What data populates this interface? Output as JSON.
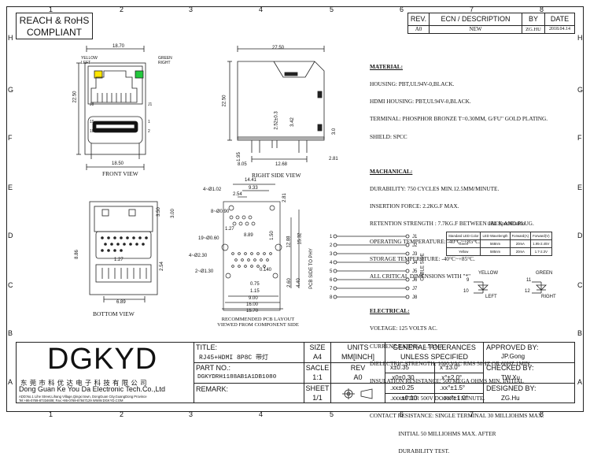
{
  "header_box": {
    "line1": "REACH & RoHS",
    "line2": "COMPLIANT"
  },
  "column_numbers": [
    "1",
    "2",
    "3",
    "4",
    "5",
    "6",
    "7",
    "8"
  ],
  "row_letters": [
    "H",
    "G",
    "F",
    "E",
    "D",
    "C",
    "B",
    "A"
  ],
  "revision_table": {
    "headers": {
      "rev": "REV.",
      "ecn": "ECN / DESCRIPTION",
      "by": "BY",
      "date": "DATE"
    },
    "row": {
      "rev": "A0",
      "ecn": "NEW",
      "by": "ZG.HU",
      "date": "2018.04.14"
    }
  },
  "views": {
    "front": "FRONT VIEW",
    "right_side": "RIGHT SIDE VIEW",
    "bottom": "BOTTOM VIEW",
    "pcb_line1": "RECOMMENDED PCB LAYOUT",
    "pcb_line2": "VIEWED FROM COMPONENT SIDE"
  },
  "front_labels": {
    "yellow": "YELLOW",
    "left": "LEFT",
    "green": "GREEN",
    "right": "RIGHT",
    "j8": "J8",
    "j1": "J1",
    "h19": "19",
    "h1": "1",
    "h18": "18",
    "h2": "2"
  },
  "dimensions": {
    "front_top": "18.70",
    "front_height": "22.50",
    "front_bottom": "18.50",
    "side_top": "27.50",
    "side_height": "22.50",
    "side_a": "2.52±0.3",
    "side_b": "3.42",
    "side_c": "3.0",
    "side_d": "1.95",
    "side_e": "8.05",
    "side_f": "12.68",
    "side_g": "2.81",
    "pcb_14": "14.41",
    "pcb_933": "9.33",
    "pcb_254": "2.54",
    "pcb_281": "2.81",
    "pcb_4102": "4~Ø1.02",
    "pcb_8090": "8~Ø0.90",
    "pcb_127": "1.27",
    "pcb_889": "8.89",
    "pcb_19060": "19~Ø0.60",
    "pcb_4230": "4~Ø2.30",
    "pcb_2130": "2~Ø1.30",
    "pcb_150": "1.50",
    "pcb_1288": "12.88",
    "pcb_1532": "15.32",
    "pcb_260": "2.60",
    "pcb_440": "4.40",
    "pcb_075": "0.75",
    "pcb_115": "1.15",
    "pcb_900": "9.00",
    "pcb_1600": "16.00",
    "pcb_1570": "15.70",
    "pcb_0140": "0.140",
    "bot_350": "3.50",
    "bot_300": "3.00",
    "bot_886": "8.86",
    "bot_127": "1.27",
    "bot_254": "2.54",
    "bot_889": "6.89"
  },
  "notes": {
    "material_head": "MATERIAL:",
    "material": [
      "HOUSING: PBT,UL94V-0,BLACK.",
      "HDMI HOUSING: PBT,UL94V-0,BLACK.",
      "TERMINAL: PHOSPHOR BRONZE T=0.30MM, G/FU\" GOLD PLATING.",
      "SHIELD: SPCC"
    ],
    "mechanical_head": "MACHANICAL:",
    "mechanical": [
      "DURABILITY: 750 CYCLES MIN.12.5MM/MINUTE.",
      "INSERTION FORCE: 2.2KG.F MAX.",
      "RETENTION STRENGTH : 7.7KG.F BETWEEN JACK AND PLUG.",
      "OPERATING TEMPERATURE: -40°C~+85°C.",
      "STORAGE TEMPERATURE: -40°C~+85°C.",
      "ALL CRITICAL DIMENSIONS WITH \"*\""
    ],
    "electrical_head": "ELECTRICAL:",
    "electrical": [
      "VOLTAGE: 125 VOLTS AC.",
      "CURRENT RATING : 1.5AMP.",
      "DIELECTRIC STRENGTH: 1000 VAC RMS 50HZ OR 60HZ,1MIN.",
      "INSULATION RESISTANCE: 500 MEGA OHMS MIN. INITIAL",
      "                      AFTER 500V DC FOR 1 MINUTE.",
      "CONTACT RESISTANCE: SINGLE TERMINAL 30 MILLIOHMS MAX.",
      "                    INITIAL 50 MILLIOHMS MAX. AFTER",
      "                    DURABILITY TEST."
    ]
  },
  "schematic": {
    "pins": [
      "1",
      "2",
      "3",
      "4",
      "5",
      "6",
      "7",
      "8"
    ],
    "jacks": [
      "J1",
      "J2",
      "J3",
      "J4",
      "J5",
      "J6",
      "J7",
      "J8"
    ],
    "left_label": "PCB SIDE TO PHY",
    "right_label": "CABLE SIDE"
  },
  "led_spec": {
    "title": "LED Specification",
    "headers": [
      "Standard LED Color",
      "LED Wavelength",
      "Forward(A)",
      "Forward(V)"
    ],
    "rows": [
      [
        "Green",
        "568nm",
        "20mA",
        "1.95-2.45V"
      ],
      [
        "Yellow",
        "585nm",
        "20mA",
        "1.7-2.3V"
      ]
    ],
    "yellow": "YELLOW",
    "green": "GREEN",
    "left": "LEFT",
    "right": "RIGHT",
    "p9": "9",
    "p10": "10",
    "p11": "11",
    "p12": "12"
  },
  "title_block": {
    "logo": "DGKYD",
    "company_cn": "东 莞 市 科 优 达 电 子 科 技 有 限 公 司",
    "company_en": "Dong Guan Ke You Da Electronic Tech.Co.,Ltd",
    "address": "ADD:No.1 Lihe Street,Lihang Village,Qingxi town, DongGuan City,GuangDong Province",
    "contact": "Tel:+86-0769-87334608; Fax:+86-0769-87847129  WWW.DGKYD.COM",
    "title_label": "TITLE:",
    "title_value": "RJ45+HDMI 8P8C 带灯",
    "part_label": "PART NO.:",
    "part_value": "DGKYDRH1188AB1A1DB1080",
    "remark_label": "REMARK:",
    "size_label": "SIZE",
    "size_value": "A4",
    "units_label": "UNITS",
    "units_value": "MM[INCH]",
    "scale_label": "SACLE",
    "scale_value": "1:1",
    "rev_label": "REV",
    "rev_value": "A0",
    "sheet_label": "SHEET",
    "sheet_value": "1/1",
    "tol_label1": "GENERAL TOLERANCES",
    "tol_label2": "UNLESS SPECIFIED",
    "tol": [
      [
        "x±0.35",
        "x°±3.0°"
      ],
      [
        ".x0±0.30",
        ".x°±2.0°"
      ],
      [
        ".xx±0.25",
        ".xx°±1.5°"
      ],
      [
        ".xxx±0.10",
        ".xxx°±1.0°"
      ]
    ],
    "approved_label": "APPROVED BY:",
    "approved_value": "JP.Gong",
    "checked_label": "CHECKED BY:",
    "checked_value": "TW.Xu",
    "designed_label": "DESIGNED BY:",
    "designed_value": "ZG.Hu"
  }
}
